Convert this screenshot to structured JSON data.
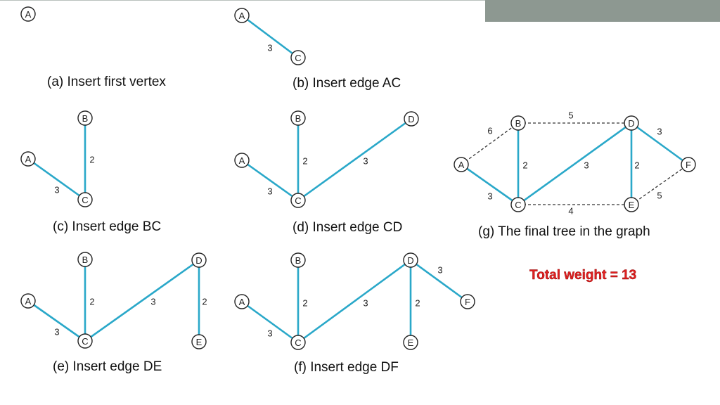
{
  "colors": {
    "tree_edge": "#2aa8c9",
    "non_tree_edge": "#333333",
    "total_text": "#e02020",
    "corner_bar": "#8d9891"
  },
  "total_weight": "Total weight = 13",
  "panels": [
    {
      "caption": "(a) Insert first vertex",
      "nodes": [
        {
          "id": "A",
          "label": "A"
        }
      ],
      "edges": []
    },
    {
      "caption": "(b) Insert edge AC",
      "nodes": [
        {
          "id": "A",
          "label": "A"
        },
        {
          "id": "C",
          "label": "C"
        }
      ],
      "edges": [
        {
          "from": "A",
          "to": "C",
          "weight": "3",
          "style": "tree"
        }
      ]
    },
    {
      "caption": "(c) Insert edge BC",
      "nodes": [
        {
          "id": "A",
          "label": "A"
        },
        {
          "id": "B",
          "label": "B"
        },
        {
          "id": "C",
          "label": "C"
        }
      ],
      "edges": [
        {
          "from": "A",
          "to": "C",
          "weight": "3",
          "style": "tree"
        },
        {
          "from": "B",
          "to": "C",
          "weight": "2",
          "style": "tree"
        }
      ]
    },
    {
      "caption": "(d) Insert edge CD",
      "nodes": [
        {
          "id": "A",
          "label": "A"
        },
        {
          "id": "B",
          "label": "B"
        },
        {
          "id": "C",
          "label": "C"
        },
        {
          "id": "D",
          "label": "D"
        }
      ],
      "edges": [
        {
          "from": "A",
          "to": "C",
          "weight": "3",
          "style": "tree"
        },
        {
          "from": "B",
          "to": "C",
          "weight": "2",
          "style": "tree"
        },
        {
          "from": "C",
          "to": "D",
          "weight": "3",
          "style": "tree"
        }
      ]
    },
    {
      "caption": "(e) Insert edge DE",
      "nodes": [
        {
          "id": "A",
          "label": "A"
        },
        {
          "id": "B",
          "label": "B"
        },
        {
          "id": "C",
          "label": "C"
        },
        {
          "id": "D",
          "label": "D"
        },
        {
          "id": "E",
          "label": "E"
        }
      ],
      "edges": [
        {
          "from": "A",
          "to": "C",
          "weight": "3",
          "style": "tree"
        },
        {
          "from": "B",
          "to": "C",
          "weight": "2",
          "style": "tree"
        },
        {
          "from": "C",
          "to": "D",
          "weight": "3",
          "style": "tree"
        },
        {
          "from": "D",
          "to": "E",
          "weight": "2",
          "style": "tree"
        }
      ]
    },
    {
      "caption": "(f) Insert edge DF",
      "nodes": [
        {
          "id": "A",
          "label": "A"
        },
        {
          "id": "B",
          "label": "B"
        },
        {
          "id": "C",
          "label": "C"
        },
        {
          "id": "D",
          "label": "D"
        },
        {
          "id": "E",
          "label": "E"
        },
        {
          "id": "F",
          "label": "F"
        }
      ],
      "edges": [
        {
          "from": "A",
          "to": "C",
          "weight": "3",
          "style": "tree"
        },
        {
          "from": "B",
          "to": "C",
          "weight": "2",
          "style": "tree"
        },
        {
          "from": "C",
          "to": "D",
          "weight": "3",
          "style": "tree"
        },
        {
          "from": "D",
          "to": "E",
          "weight": "2",
          "style": "tree"
        },
        {
          "from": "D",
          "to": "F",
          "weight": "3",
          "style": "tree"
        }
      ]
    },
    {
      "caption": "(g) The final tree in the graph",
      "nodes": [
        {
          "id": "A",
          "label": "A"
        },
        {
          "id": "B",
          "label": "B"
        },
        {
          "id": "C",
          "label": "C"
        },
        {
          "id": "D",
          "label": "D"
        },
        {
          "id": "E",
          "label": "E"
        },
        {
          "id": "F",
          "label": "F"
        }
      ],
      "edges": [
        {
          "from": "A",
          "to": "B",
          "weight": "6",
          "style": "dashed"
        },
        {
          "from": "B",
          "to": "D",
          "weight": "5",
          "style": "dashed"
        },
        {
          "from": "C",
          "to": "E",
          "weight": "4",
          "style": "dashed"
        },
        {
          "from": "E",
          "to": "F",
          "weight": "5",
          "style": "dashed"
        },
        {
          "from": "A",
          "to": "C",
          "weight": "3",
          "style": "tree"
        },
        {
          "from": "B",
          "to": "C",
          "weight": "2",
          "style": "tree"
        },
        {
          "from": "C",
          "to": "D",
          "weight": "3",
          "style": "tree"
        },
        {
          "from": "D",
          "to": "E",
          "weight": "2",
          "style": "tree"
        },
        {
          "from": "D",
          "to": "F",
          "weight": "3",
          "style": "tree"
        }
      ]
    }
  ]
}
